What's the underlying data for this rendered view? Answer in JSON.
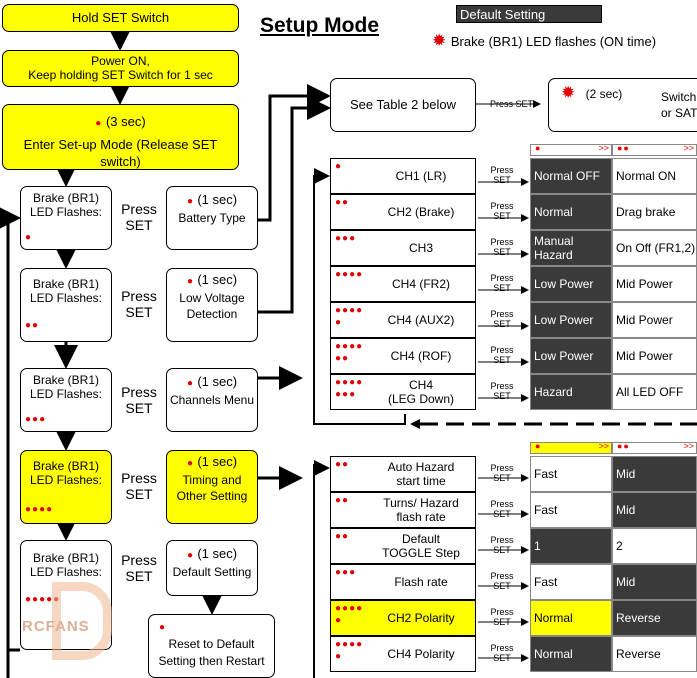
{
  "title": "Setup Mode",
  "legend": {
    "default_label": "Default Setting",
    "flash_label": "Brake (BR1) LED flashes (ON time)"
  },
  "flow": {
    "hold": "Hold SET Switch",
    "power_on_1": "Power ON,",
    "power_on_2": "Keep holding SET Switch for 1 sec",
    "enter_time": "(3 sec)",
    "enter_text": "Enter Set-up Mode (Release SET switch)",
    "brake_1": "Brake (BR1)",
    "brake_2": "LED Flashes:",
    "press_1": "Press",
    "press_2": "SET",
    "one_sec": "(1 sec)",
    "battery": "Battery Type",
    "low_voltage_1": "Low Voltage",
    "low_voltage_2": "Detection",
    "channels": "Channels Menu",
    "timing_1": "Timing and",
    "timing_2": "Other Setting",
    "default_setting": "Default Setting",
    "reset_1": "Reset to Default",
    "reset_2": "Setting then Restart",
    "see_table": "See Table 2 below",
    "press_set": "Press SET",
    "two_sec": "(2 sec)",
    "switch_1": "Switch",
    "switch_2": "or SAT"
  },
  "press_small": {
    "a": "Press",
    "b": "SET"
  },
  "channels_table": {
    "rows": [
      {
        "label": "CH1 (LR)",
        "dots": 1,
        "opt1": "Normal OFF",
        "opt2": "Normal ON"
      },
      {
        "label": "CH2 (Brake)",
        "dots": 2,
        "opt1": "Normal",
        "opt2": "Drag brake"
      },
      {
        "label": "CH3",
        "dots": 3,
        "opt1a": "Manual",
        "opt1b": "Hazard",
        "opt2": "On Off (FR1,2)"
      },
      {
        "label": "CH4 (FR2)",
        "dots": 4,
        "opt1": "Low Power",
        "opt2": "Mid Power"
      },
      {
        "label": "CH4 (AUX2)",
        "dots": 5,
        "opt1": "Low Power",
        "opt2": "Mid Power"
      },
      {
        "label": "CH4 (ROF)",
        "dots": 6,
        "opt1": "Low Power",
        "opt2": "Mid Power"
      },
      {
        "label_a": "CH4",
        "label_b": "(LEG Down)",
        "dots": 7,
        "opt1": "Hazard",
        "opt2": "All LED OFF"
      }
    ]
  },
  "timing_table": {
    "rows": [
      {
        "label_a": "Auto Hazard",
        "label_b": "start time",
        "opt1": "Fast",
        "opt2": "Mid"
      },
      {
        "label_a": "Turns/ Hazard",
        "label_b": "flash  rate",
        "opt1": "Fast",
        "opt2": "Mid"
      },
      {
        "label_a": "Default",
        "label_b": "TOGGLE Step",
        "opt1": "1",
        "opt2": "2"
      },
      {
        "label": "Flash rate",
        "opt1": "Fast",
        "opt2": "Mid"
      },
      {
        "label": "CH2 Polarity",
        "opt1": "Normal",
        "opt2": "Reverse"
      },
      {
        "label": "CH4 Polarity",
        "opt1": "Normal",
        "opt2": "Reverse"
      }
    ]
  },
  "col_arrows": ">>",
  "colors": {
    "yellow": "#ffff00",
    "red": "#e00000",
    "dark": "#3a3a3a"
  }
}
